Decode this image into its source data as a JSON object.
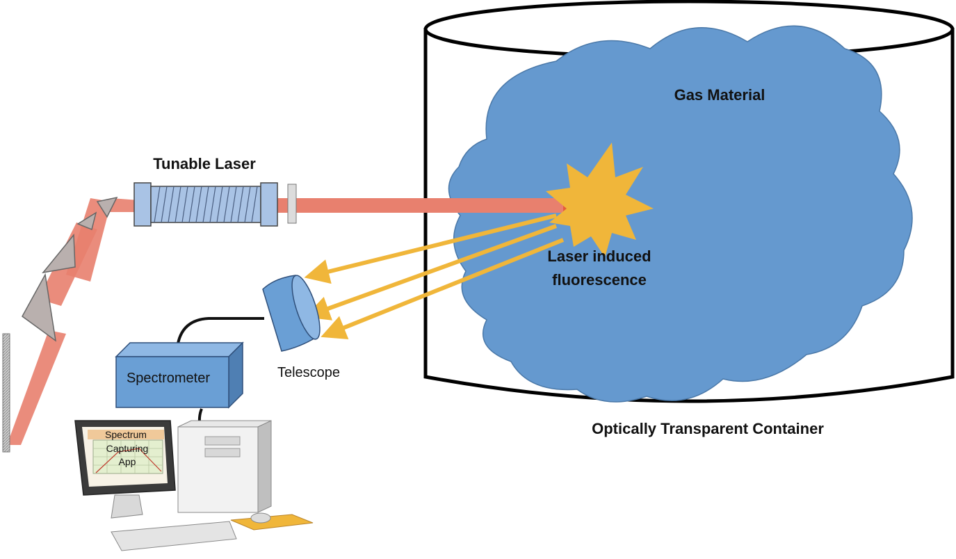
{
  "labels": {
    "tunable_laser": "Tunable Laser",
    "gas_material": "Gas Material",
    "lif_line1": "Laser induced",
    "lif_line2": "fluorescence",
    "telescope": "Telescope",
    "spectrometer": "Spectrometer",
    "container": "Optically Transparent Container",
    "app_line1": "Spectrum",
    "app_line2": "Capturing",
    "app_line3": "App"
  },
  "colors": {
    "laser_beam": "#e8806e",
    "gas_cloud": "#6599cf",
    "fluorescence": "#f0b63a",
    "device_blue": "#6a9fd5",
    "container_stroke": "#000000"
  }
}
